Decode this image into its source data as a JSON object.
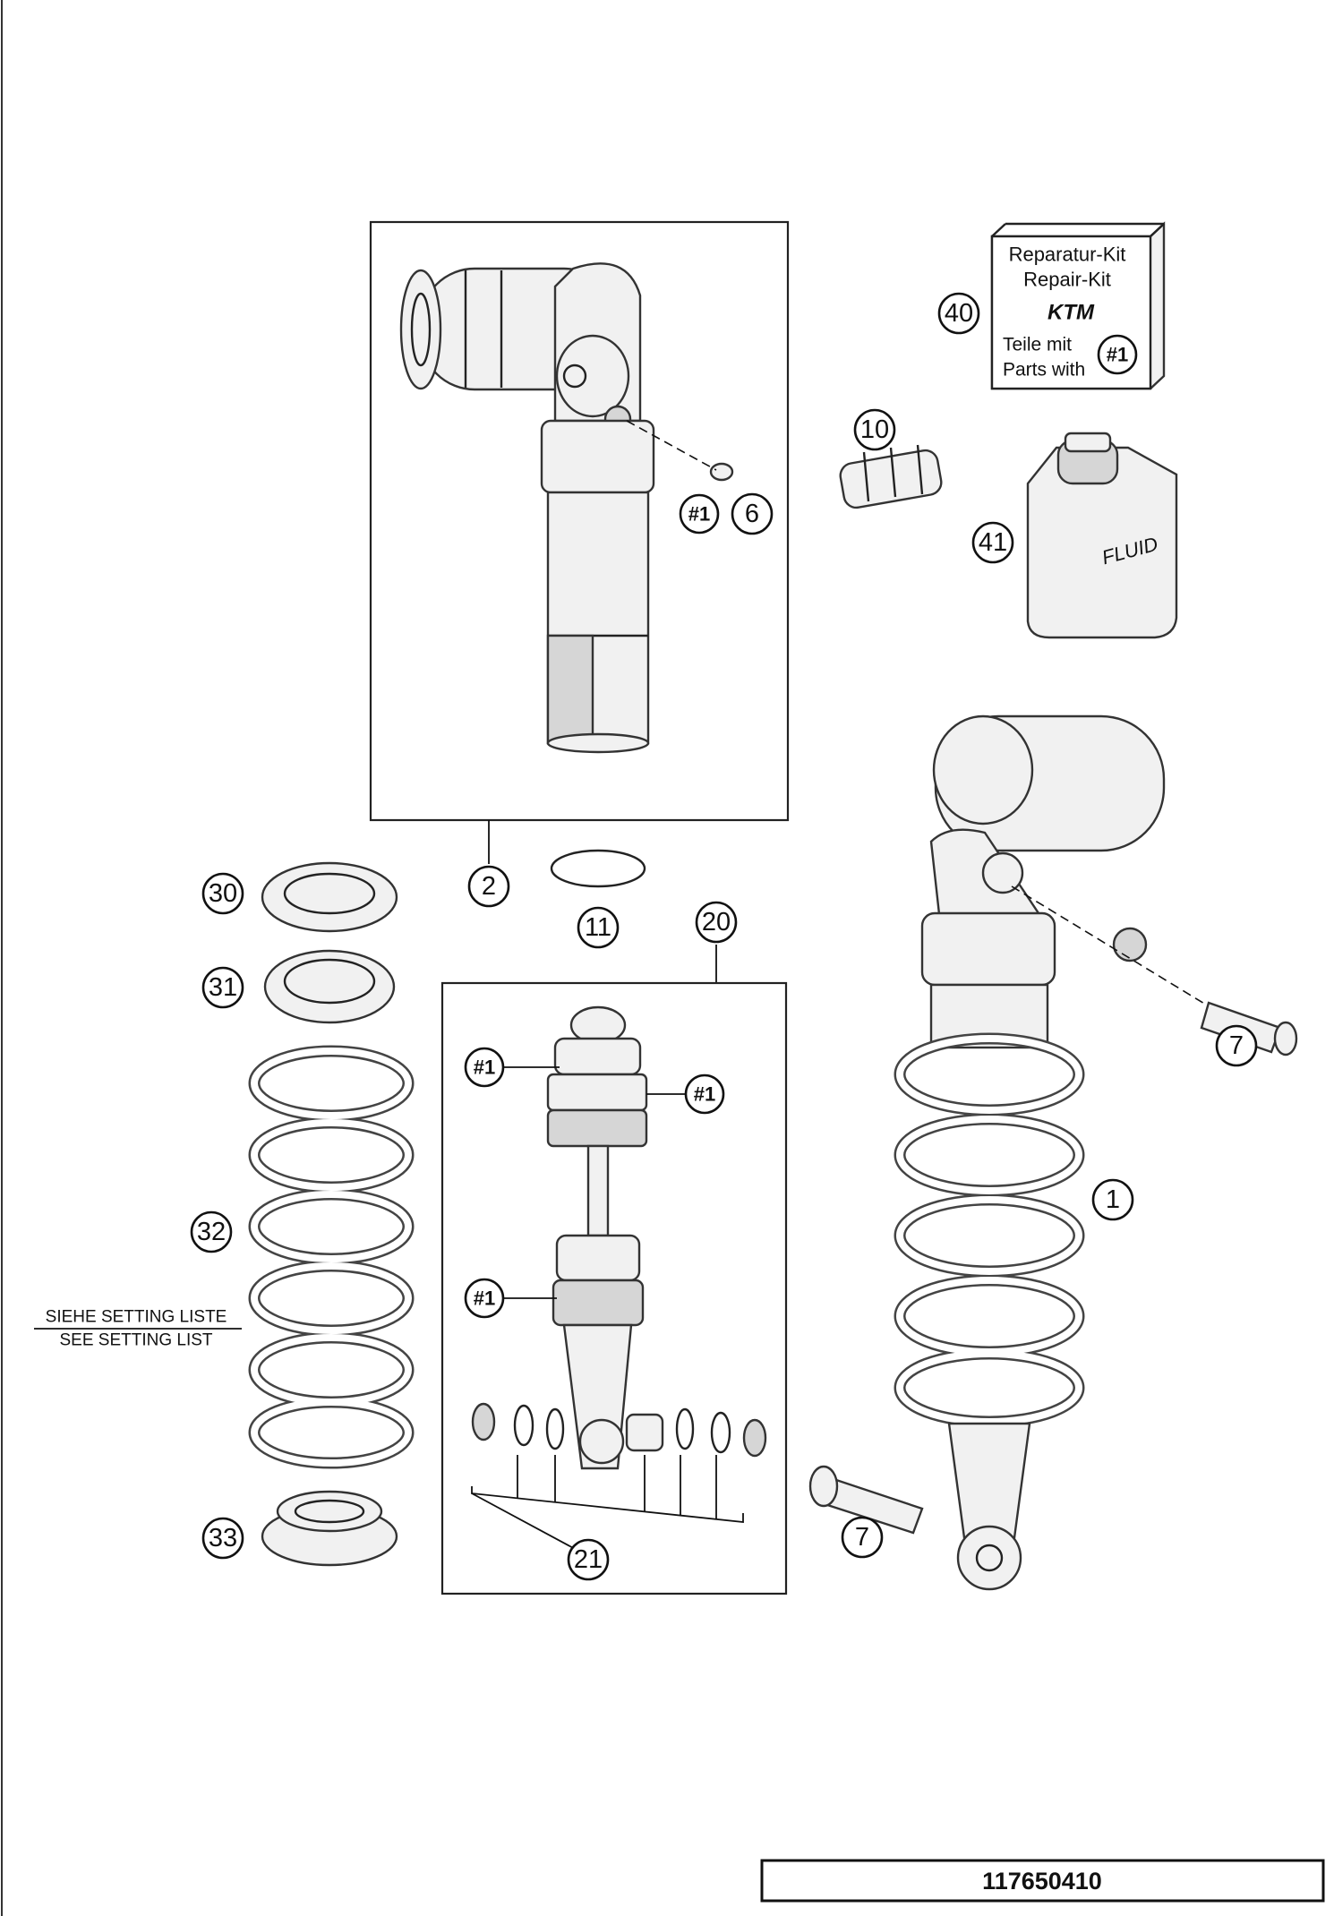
{
  "callouts": {
    "c1": "1",
    "c2": "2",
    "c6": "6",
    "c7a": "7",
    "c7b": "7",
    "c10": "10",
    "c11": "11",
    "c20": "20",
    "c21": "21",
    "c30": "30",
    "c31": "31",
    "c32": "32",
    "c33": "33",
    "c40": "40",
    "c41": "41"
  },
  "kit_markers": {
    "m1": "#1",
    "m2": "#1",
    "m3": "#1",
    "m4": "#1",
    "m5": "#1"
  },
  "repair_kit_box": {
    "line1": "Reparatur-Kit",
    "line2": "Repair-Kit",
    "brand": "KTM",
    "line3": "Teile mit",
    "line4": "Parts with",
    "marker": "#1"
  },
  "fluid_can_label": "FLUID",
  "spring_note": {
    "line1": "SIEHE SETTING LISTE",
    "line2": "SEE SETTING LIST"
  },
  "drawing_number": "117650410"
}
